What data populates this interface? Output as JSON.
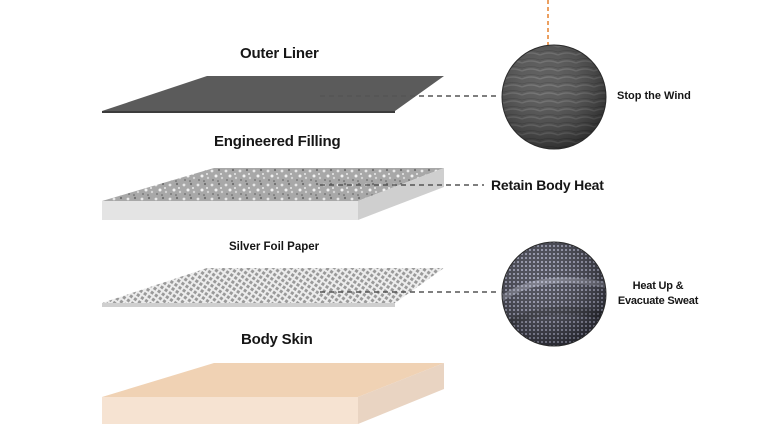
{
  "layers": {
    "outer_liner": "Outer Liner",
    "engineered_filling": "Engineered Filling",
    "silver_foil_paper": "Silver Foil Paper",
    "body_skin": "Body Skin"
  },
  "callouts": {
    "stop_wind": "Stop the Wind",
    "retain_heat": "Retain Body Heat",
    "heat_up_line1": "Heat Up &",
    "heat_up_line2": "Evacuate Sweat"
  },
  "colors": {
    "outer_liner": "#5b5b5b",
    "filling_top": "#a9a9a9",
    "filling_side": "#e4e4e4",
    "foil_top": "#9d9d9d",
    "body_skin_top": "#f0d2b4",
    "body_skin_side": "#f6e3d2",
    "accent_dashed": "#e8893a"
  }
}
